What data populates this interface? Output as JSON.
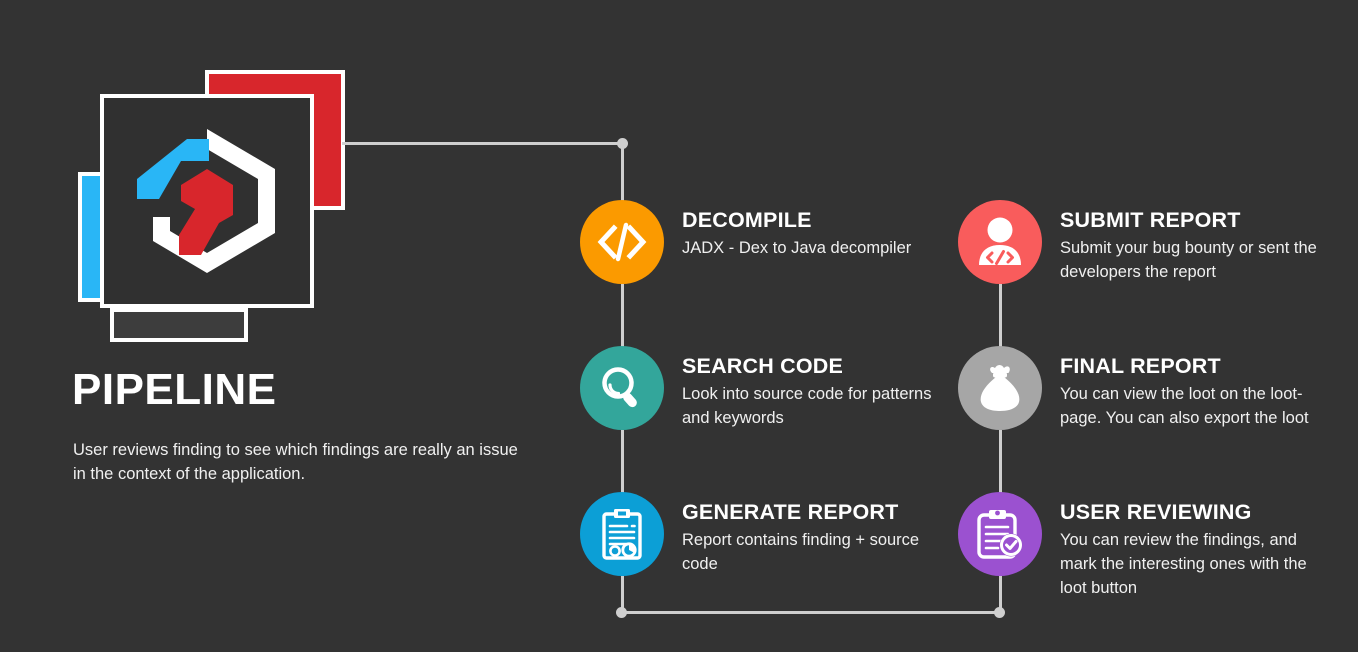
{
  "hero": {
    "title": "PIPELINE",
    "description": "User reviews finding to see which findings are really an issue in the context of the application.",
    "logo_name": "hexagon-code-logo",
    "cards": [
      {
        "name": "card-blue",
        "color": "#29b6f6"
      },
      {
        "name": "card-red",
        "color": "#d8262c"
      },
      {
        "name": "card-gray",
        "color": "#3d3d3d"
      },
      {
        "name": "card-main",
        "color": "#303030"
      }
    ]
  },
  "background_color": "#333333",
  "connector_color": "#cfcfcf",
  "steps": [
    {
      "id": "decompile",
      "column": "left",
      "title": "DECOMPILE",
      "description": "JADX - Dex to Java decompiler",
      "color": "#fb9a00",
      "icon": "code-brackets-icon"
    },
    {
      "id": "search-code",
      "column": "left",
      "title": "SEARCH CODE",
      "description": "Look into source code for patterns and keywords",
      "color": "#33a69b",
      "icon": "magnifier-icon"
    },
    {
      "id": "generate-report",
      "column": "left",
      "title": "GENERATE REPORT",
      "description": "Report contains finding + source code",
      "color": "#0c9fd6",
      "icon": "clipboard-chart-icon"
    },
    {
      "id": "submit-report",
      "column": "right",
      "title": "SUBMIT REPORT",
      "description": "Submit your bug bounty or sent the developers the report",
      "color": "#f95c5c",
      "icon": "developer-person-icon"
    },
    {
      "id": "final-report",
      "column": "right",
      "title": "FINAL REPORT",
      "description": "You can view the loot on the loot-page. You can also export the loot",
      "color": "#a6a6a6",
      "icon": "money-bag-icon"
    },
    {
      "id": "user-reviewing",
      "column": "right",
      "title": "USER REVIEWING",
      "description": "You can review the findings, and mark the interesting ones with the loot button",
      "color": "#9b51d0",
      "icon": "clipboard-check-icon"
    }
  ]
}
